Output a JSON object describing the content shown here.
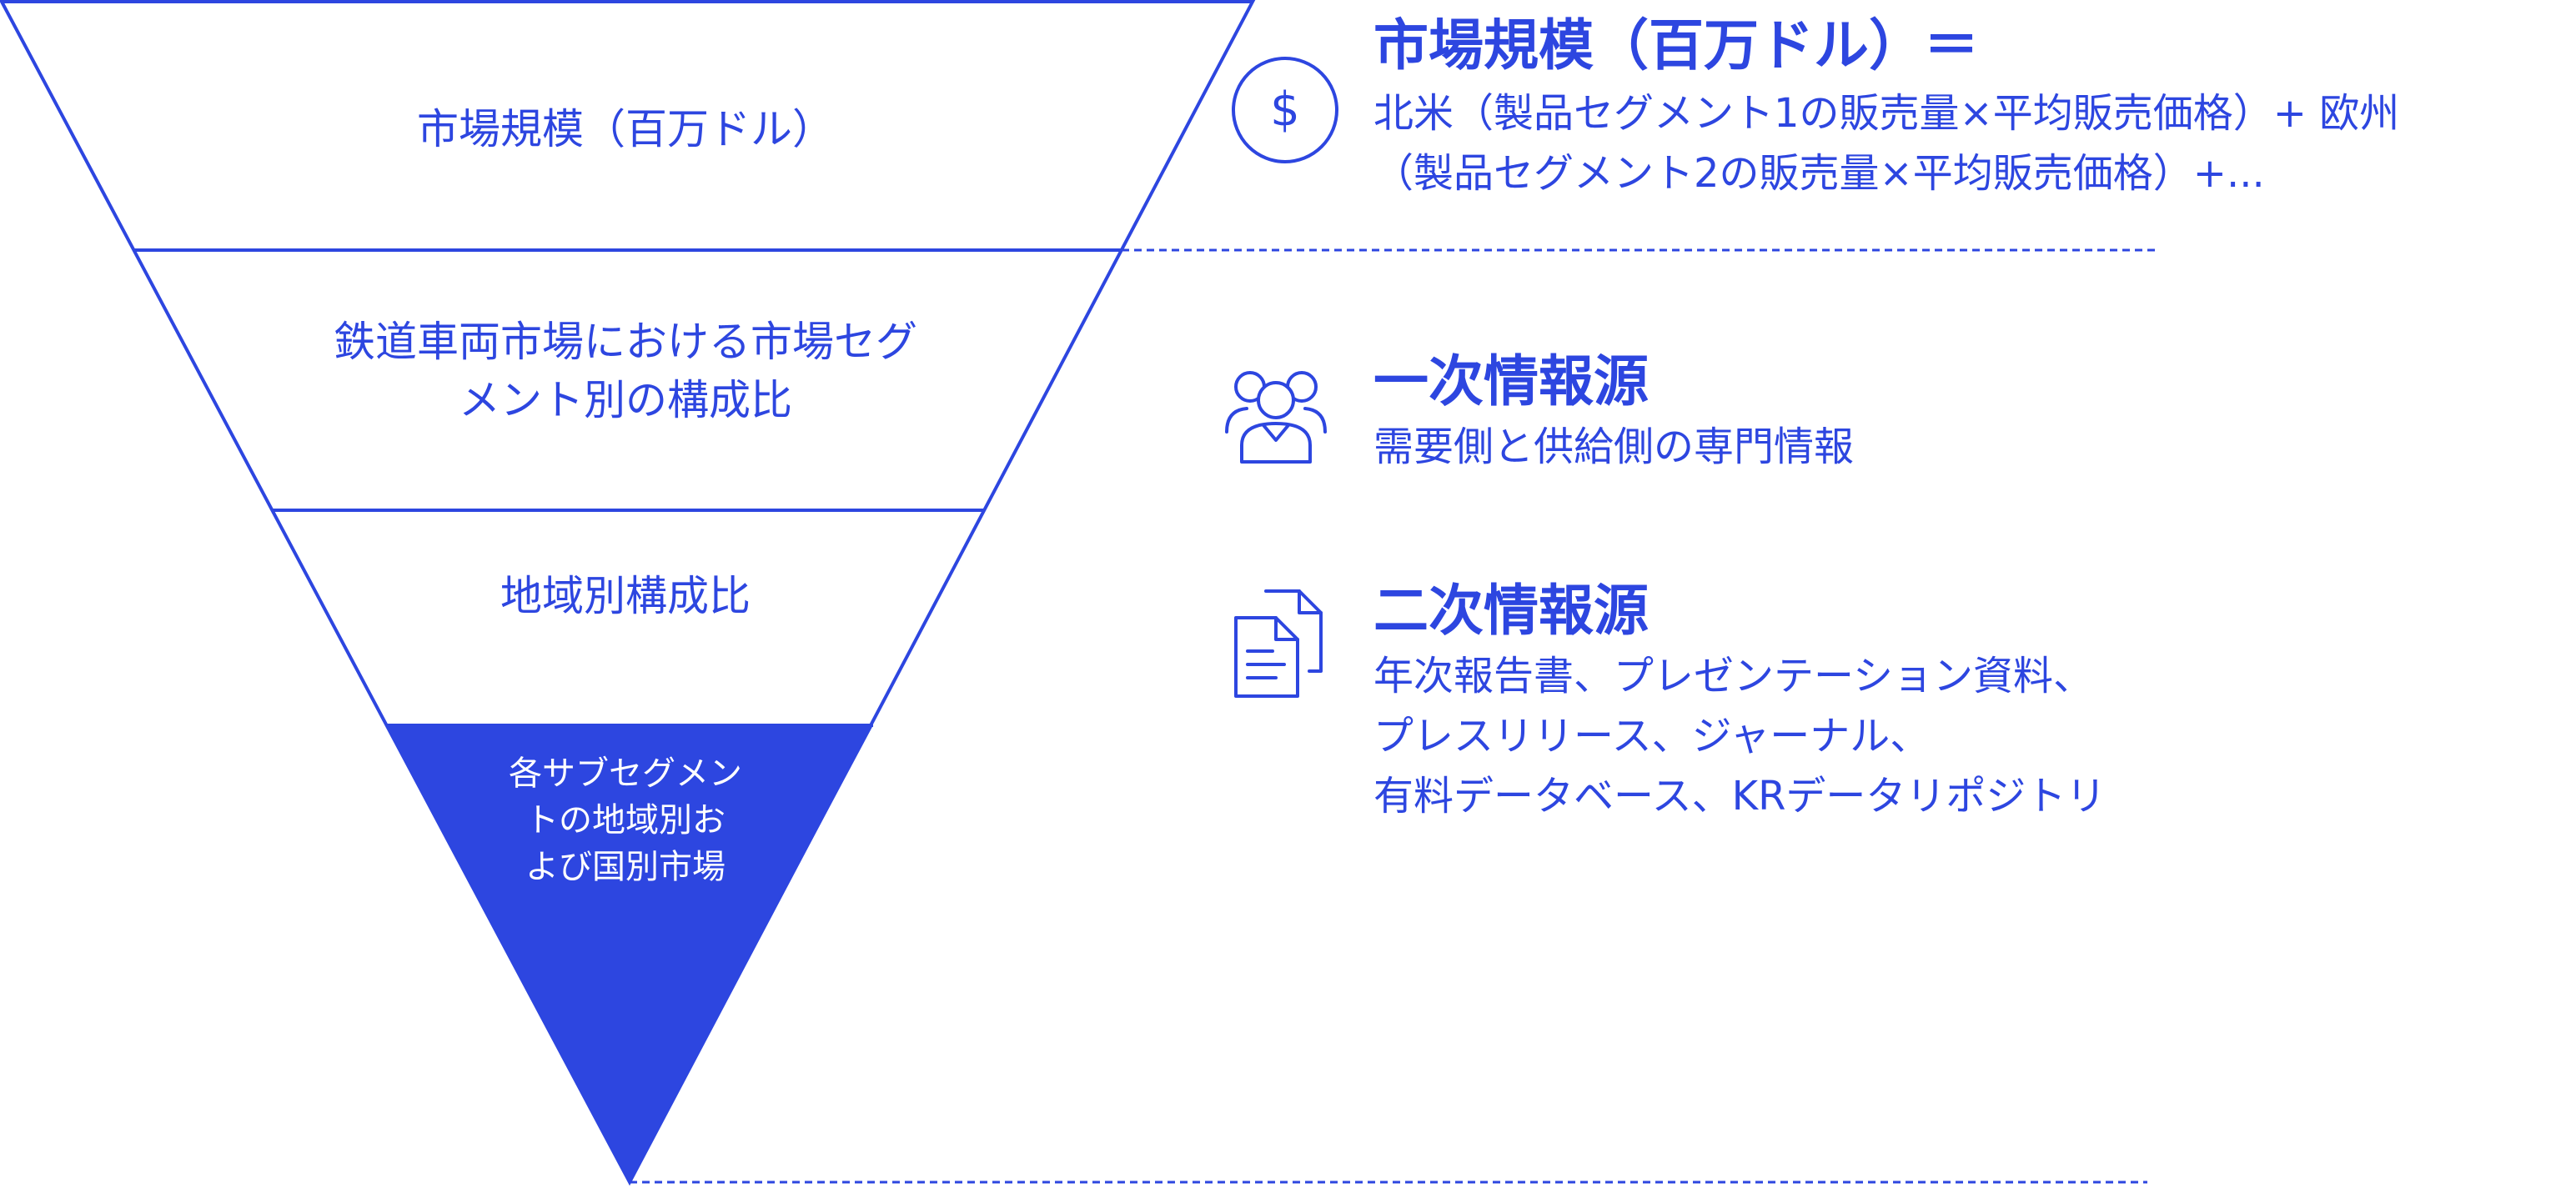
{
  "funnel": {
    "levels": [
      {
        "label": "市場規模（百万ドル）"
      },
      {
        "label_line1": "鉄道車両市場における市場セグ",
        "label_line2": "メント別の構成比"
      },
      {
        "label": "地域別構成比"
      },
      {
        "label_line1": "各サブセグメン",
        "label_line2": "トの地域別お",
        "label_line3": "よび国別市場"
      }
    ]
  },
  "sources": {
    "market_size": {
      "icon": "dollar-circle-icon",
      "title": "市場規模（百万ドル）＝",
      "line1": "北米（製品セグメント1の販売量×平均販売価格）+ 欧州",
      "line2": "（製品セグメント2の販売量×平均販売価格）+..."
    },
    "primary": {
      "icon": "people-group-icon",
      "title": "一次情報源",
      "line1": "需要側と供給側の専門情報"
    },
    "secondary": {
      "icon": "documents-icon",
      "title": "二次情報源",
      "line1": "年次報告書、プレゼンテーション資料、",
      "line2": "プレスリリース、ジャーナル、",
      "line3": "有料データベース、KRデータリポジトリ"
    }
  },
  "colors": {
    "accent": "#2d46e0",
    "background": "#ffffff"
  }
}
